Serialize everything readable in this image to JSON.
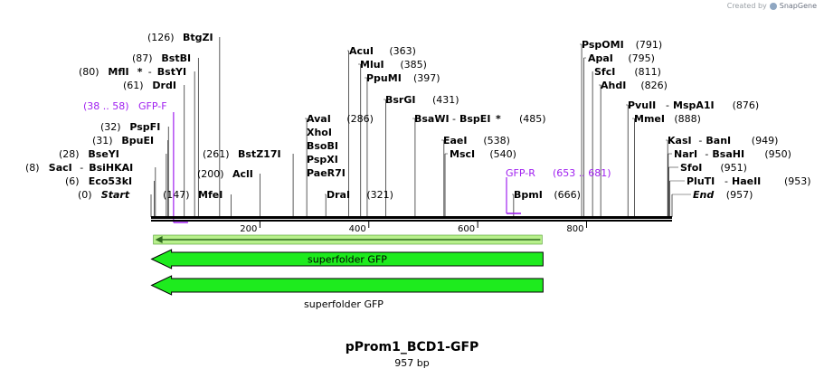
{
  "credit": {
    "text": "Created by",
    "brand": "SnapGene"
  },
  "map": {
    "name": "pProm1_BCD1-GFP",
    "length_label": "957 bp",
    "total_bp": 957,
    "ruler_ticks": [
      200,
      400,
      600,
      800
    ]
  },
  "sites": [
    {
      "pos": 0,
      "num": "(0)",
      "name": "Start",
      "italic": true
    },
    {
      "pos": 6,
      "num": "(6)",
      "name": "Eco53kI"
    },
    {
      "pos": 8,
      "num": "(8)",
      "name": "SacI",
      "extra": "BsiHKAI"
    },
    {
      "pos": 28,
      "num": "(28)",
      "name": "BseYI"
    },
    {
      "pos": 31,
      "num": "(31)",
      "name": "BpuEI"
    },
    {
      "pos": 32,
      "num": "(32)",
      "name": "PspFI"
    },
    {
      "pos": 61,
      "num": "(61)",
      "name": "DrdI"
    },
    {
      "pos": 80,
      "num": "(80)",
      "name": "MflI",
      "star": "*",
      "extra": "BstYI"
    },
    {
      "pos": 87,
      "num": "(87)",
      "name": "BstBI"
    },
    {
      "pos": 126,
      "num": "(126)",
      "name": "BtgZI"
    },
    {
      "pos": 147,
      "num": "(147)",
      "name": "MfeI"
    },
    {
      "pos": 200,
      "num": "(200)",
      "name": "AclI"
    },
    {
      "pos": 261,
      "num": "(261)",
      "name": "BstZ17I"
    },
    {
      "pos": 321,
      "num": "(321)",
      "name": "DraI"
    },
    {
      "pos": 286,
      "num": "(286)",
      "name": "AvaI",
      "stack": [
        "XhoI",
        "BsoBI",
        "PspXI",
        "PaeR7I"
      ]
    },
    {
      "pos": 363,
      "num": "(363)",
      "name": "AcuI"
    },
    {
      "pos": 385,
      "num": "(385)",
      "name": "MluI"
    },
    {
      "pos": 397,
      "num": "(397)",
      "name": "PpuMI"
    },
    {
      "pos": 431,
      "num": "(431)",
      "name": "BsrGI"
    },
    {
      "pos": 485,
      "num": "(485)",
      "name": "BsaWI",
      "extra": "BspEI",
      "star": "*"
    },
    {
      "pos": 538,
      "num": "(538)",
      "name": "EaeI"
    },
    {
      "pos": 540,
      "num": "(540)",
      "name": "MscI"
    },
    {
      "pos": 666,
      "num": "(666)",
      "name": "BpmI"
    },
    {
      "pos": 791,
      "num": "(791)",
      "name": "PspOMI"
    },
    {
      "pos": 795,
      "num": "(795)",
      "name": "ApaI"
    },
    {
      "pos": 811,
      "num": "(811)",
      "name": "SfcI"
    },
    {
      "pos": 826,
      "num": "(826)",
      "name": "AhdI"
    },
    {
      "pos": 876,
      "num": "(876)",
      "name": "PvuII",
      "extra": "MspA1I"
    },
    {
      "pos": 888,
      "num": "(888)",
      "name": "MmeI"
    },
    {
      "pos": 949,
      "num": "(949)",
      "name": "KasI",
      "extra": "BanI"
    },
    {
      "pos": 950,
      "num": "(950)",
      "name": "NarI",
      "extra": "BsaHI"
    },
    {
      "pos": 951,
      "num": "(951)",
      "name": "SfoI"
    },
    {
      "pos": 953,
      "num": "(953)",
      "name": "PluTI",
      "extra": "HaeII"
    },
    {
      "pos": 957,
      "num": "(957)",
      "name": "End",
      "italic": true
    }
  ],
  "primers": [
    {
      "name": "GFP-F",
      "range": "(38 .. 58)",
      "start": 38,
      "end": 58,
      "direction": "forward"
    },
    {
      "name": "GFP-R",
      "range": "(653 .. 681)",
      "start": 653,
      "end": 681,
      "direction": "reverse"
    }
  ],
  "features": [
    {
      "label": "superfolder GFP",
      "start": 1,
      "end": 720,
      "direction": "reverse",
      "color": "#1eeb1e",
      "label_pos": "inside"
    },
    {
      "label": "superfolder GFP",
      "start": 1,
      "end": 720,
      "direction": "reverse",
      "color": "#1eeb1e",
      "label_pos": "below"
    }
  ],
  "orf": {
    "start": 1,
    "end": 720,
    "direction": "reverse",
    "color": "#b8f08c"
  },
  "colors": {
    "primer": "#a020f0",
    "feature": "#1eeb1e",
    "orf": "#b8f08c",
    "backbone": "#000000"
  }
}
